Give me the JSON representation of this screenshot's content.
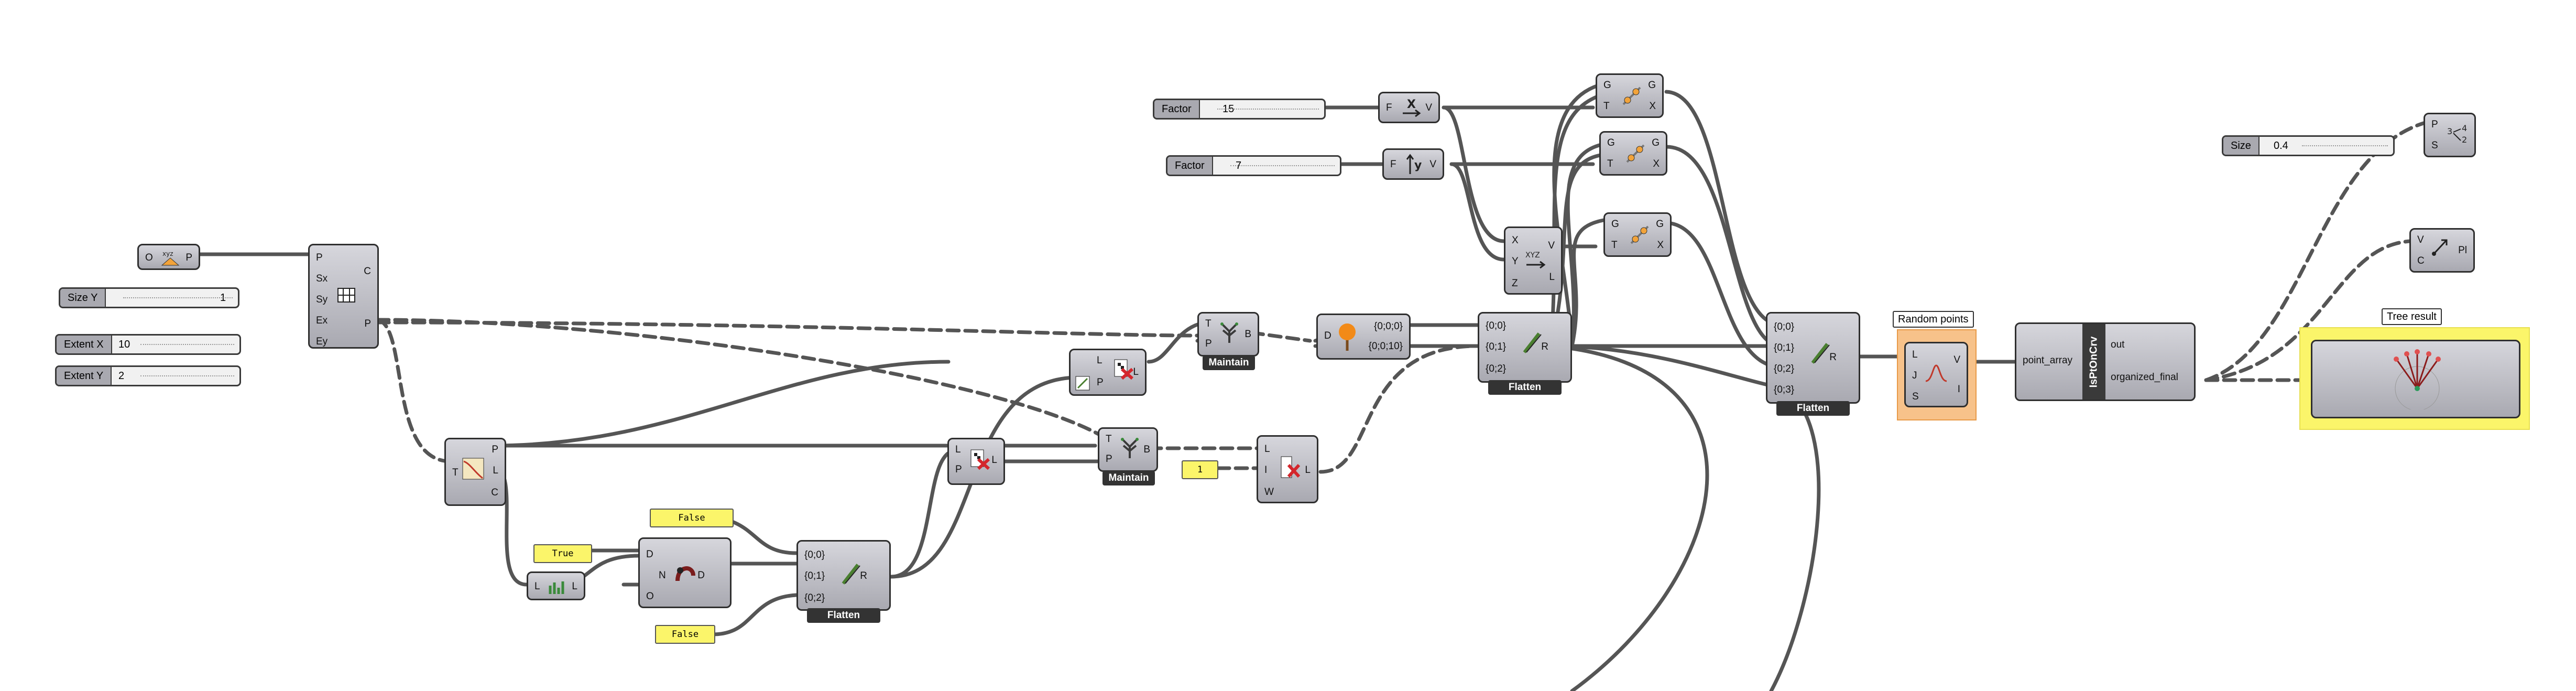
{
  "sliders": {
    "factor_1": {
      "label": "Factor",
      "value": "15"
    },
    "factor_2": {
      "label": "Factor",
      "value": "7"
    },
    "size_y": {
      "label": "Size Y",
      "value": "1"
    },
    "extent_x": {
      "label": "Extent X",
      "value": "10"
    },
    "extent_y": {
      "label": "Extent Y",
      "value": "2"
    },
    "size": {
      "label": "Size",
      "value": "0.4"
    }
  },
  "panels": {
    "true_1": "True",
    "false_1": "False",
    "false_2": "False",
    "one": "1"
  },
  "captions": {
    "random_points": "Random points",
    "tree_result": "Tree result"
  },
  "tags": {
    "flatten": "Flatten",
    "maintain": "Maintain"
  },
  "ports": {
    "O": "O",
    "P": "P",
    "Sx": "Sx",
    "Sy": "Sy",
    "Ex": "Ex",
    "Ey": "Ey",
    "C": "C",
    "T": "T",
    "L": "L",
    "D": "D",
    "N": "N",
    "B": "B",
    "I": "I",
    "W": "W",
    "F": "F",
    "V": "V",
    "G": "G",
    "X": "X",
    "Y": "Y",
    "Z": "Z",
    "R": "R",
    "J": "J",
    "S": "S",
    "pt_0": "{0;0}",
    "pt_1": "{0;1}",
    "pt_2": "{0;2}",
    "pt_3": "{0;3}",
    "pt_000": "{0;0;0}",
    "pt_0010": "{0;0;10}",
    "point_array": "point_array",
    "out": "out",
    "organized_final": "organized_final",
    "Pl": "Pl"
  },
  "script_name": "IsPtOnCrv"
}
